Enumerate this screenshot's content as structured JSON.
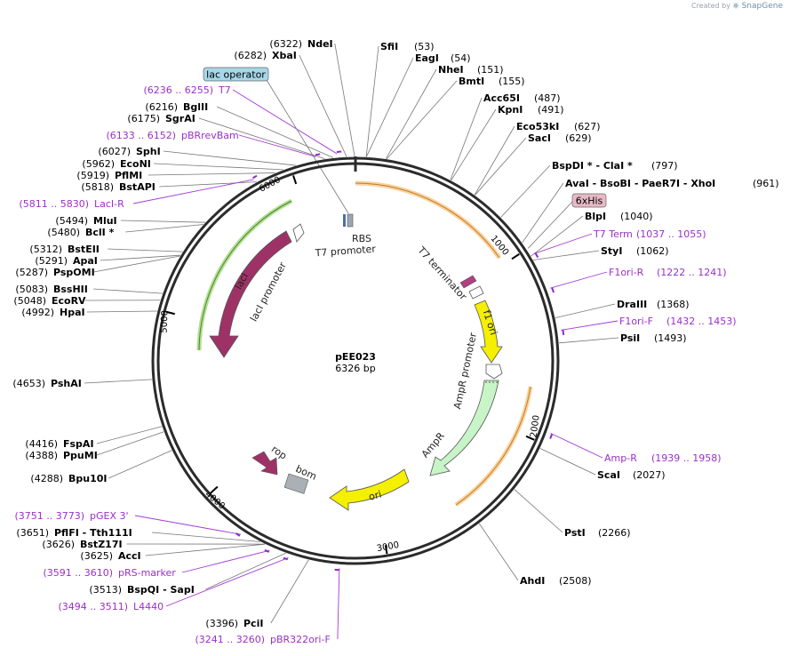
{
  "branding": {
    "created_by": "Created by",
    "app": "SnapGene"
  },
  "plasmid": {
    "name": "pEE023",
    "size": "6326 bp",
    "length": 6326
  },
  "ticks": [
    "1000",
    "2000",
    "3000",
    "4000",
    "5000",
    "6000"
  ],
  "features": [
    {
      "name": "lacI",
      "label": "lacI",
      "start": 5000,
      "end": 5880,
      "color": "#9e3266",
      "direction": -1
    },
    {
      "name": "laci-promoter",
      "label": "lacI promoter",
      "start": 5880,
      "end": 5960,
      "color": "#ffffff",
      "direction": -1
    },
    {
      "name": "f1-ori",
      "label": "f1 ori",
      "start": 1430,
      "end": 1830,
      "color": "#f5ef00",
      "direction": 1
    },
    {
      "name": "ampr-promoter",
      "label": "AmpR promoter",
      "start": 1830,
      "end": 1890,
      "color": "#ffffff",
      "direction": 1
    },
    {
      "name": "ampr",
      "label": "AmpR",
      "start": 1890,
      "end": 2700,
      "color": "#c8f5c8",
      "direction": 1
    },
    {
      "name": "ori",
      "label": "ori",
      "start": 2900,
      "end": 3480,
      "color": "#f5ef00",
      "direction": -1
    }
  ],
  "inner_labels": {
    "rbs": "RBS",
    "t7_promoter": "T7 promoter",
    "t7_terminator": "T7 terminator",
    "lacI_promoter": "lacI promoter",
    "ampr_promoter": "AmpR promoter",
    "ampr": "AmpR",
    "rop": "rop",
    "bom": "bom",
    "f1_ori": "f1 ori",
    "ori": "ori",
    "lacI": "lacI"
  },
  "boxed_labels": {
    "lac_operator": {
      "text": "lac operator",
      "color": "#a7d7e8"
    },
    "his_tag": {
      "text": "6xHis",
      "color": "#e8b9c7"
    }
  },
  "right_labels": [
    {
      "name": "SfiI",
      "pos": "(53)"
    },
    {
      "name": "EagI",
      "pos": "(54)"
    },
    {
      "name": "NheI",
      "pos": "(151)"
    },
    {
      "name": "BmtI",
      "pos": "(155)"
    },
    {
      "name": "Acc65I",
      "pos": "(487)"
    },
    {
      "name": "KpnI",
      "pos": "(491)"
    },
    {
      "name": "Eco53kI",
      "pos": "(627)"
    },
    {
      "name": "SacI",
      "pos": "(629)"
    },
    {
      "name": "BspDI * - ClaI *",
      "pos": "(797)"
    },
    {
      "name": "AvaI - BsoBI - PaeR7I - XhoI",
      "pos": "(961)"
    },
    {
      "name": "BlpI",
      "pos": "(1040)"
    },
    {
      "name": "StyI",
      "pos": "(1062)"
    },
    {
      "name": "DraIII",
      "pos": "(1368)"
    },
    {
      "name": "PsiI",
      "pos": "(1493)"
    },
    {
      "name": "ScaI",
      "pos": "(2027)"
    },
    {
      "name": "PstI",
      "pos": "(2266)"
    },
    {
      "name": "AhdI",
      "pos": "(2508)"
    }
  ],
  "right_primers": [
    {
      "name": "T7 Term",
      "pos": "(1037 .. 1055)"
    },
    {
      "name": "F1ori-R",
      "pos": "(1222 .. 1241)"
    },
    {
      "name": "F1ori-F",
      "pos": "(1432 .. 1453)"
    },
    {
      "name": "Amp-R",
      "pos": "(1939 .. 1958)"
    }
  ],
  "left_labels": [
    {
      "name": "NdeI",
      "pos": "(6322)"
    },
    {
      "name": "XbaI",
      "pos": "(6282)"
    },
    {
      "name": "BglII",
      "pos": "(6216)"
    },
    {
      "name": "SgrAI",
      "pos": "(6175)"
    },
    {
      "name": "SphI",
      "pos": "(6027)"
    },
    {
      "name": "EcoNI",
      "pos": "(5962)"
    },
    {
      "name": "PflMI",
      "pos": "(5919)"
    },
    {
      "name": "BstAPI",
      "pos": "(5818)"
    },
    {
      "name": "MluI",
      "pos": "(5494)"
    },
    {
      "name": "BclI *",
      "pos": "(5480)"
    },
    {
      "name": "BstEII",
      "pos": "(5312)"
    },
    {
      "name": "ApaI",
      "pos": "(5291)"
    },
    {
      "name": "PspOMI",
      "pos": "(5287)"
    },
    {
      "name": "BssHII",
      "pos": "(5083)"
    },
    {
      "name": "EcoRV",
      "pos": "(5048)"
    },
    {
      "name": "HpaI",
      "pos": "(4992)"
    },
    {
      "name": "PshAI",
      "pos": "(4653)"
    },
    {
      "name": "FspAI",
      "pos": "(4416)"
    },
    {
      "name": "PpuMI",
      "pos": "(4388)"
    },
    {
      "name": "Bpu10I",
      "pos": "(4288)"
    },
    {
      "name": "PflFI - Tth111I",
      "pos": "(3651)"
    },
    {
      "name": "BstZ17I",
      "pos": "(3626)"
    },
    {
      "name": "AccI",
      "pos": "(3625)"
    },
    {
      "name": "BspQI - SapI",
      "pos": "(3513)"
    },
    {
      "name": "PciI",
      "pos": "(3396)"
    }
  ],
  "left_primers": [
    {
      "name": "T7",
      "pos": "(6236 .. 6255)"
    },
    {
      "name": "pBRrevBam",
      "pos": "(6133 .. 6152)"
    },
    {
      "name": "LacI-R",
      "pos": "(5811 .. 5830)"
    },
    {
      "name": "pGEX 3'",
      "pos": "(3751 .. 3773)"
    },
    {
      "name": "pRS-marker",
      "pos": "(3591 .. 3610)"
    },
    {
      "name": "L4440",
      "pos": "(3494 .. 3511)"
    },
    {
      "name": "pBR322ori-F",
      "pos": "(3241 .. 3260)"
    }
  ]
}
